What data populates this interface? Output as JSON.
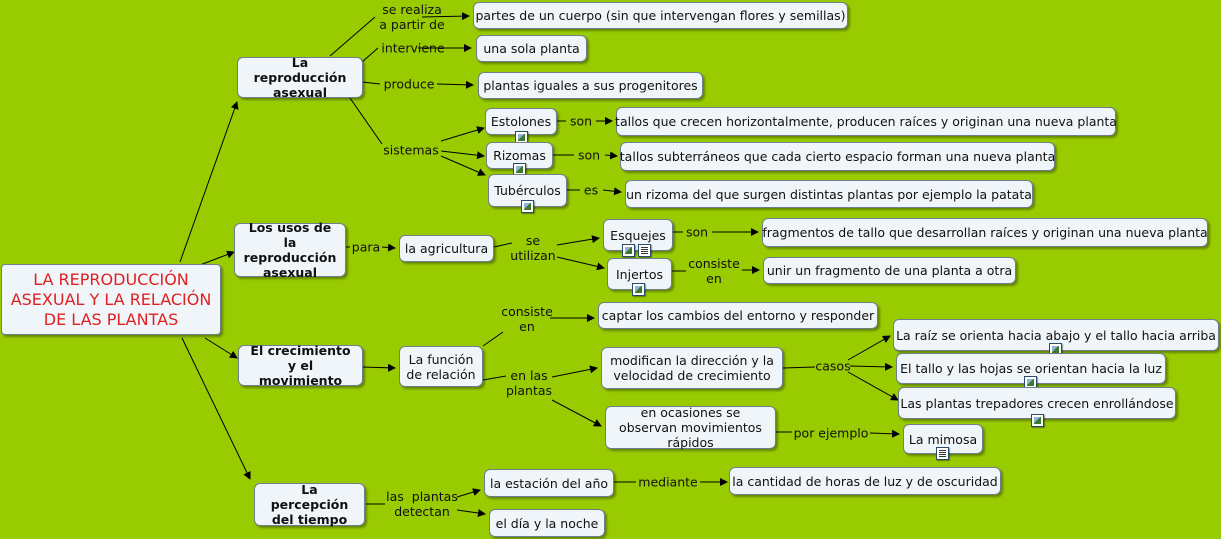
{
  "root": "LA REPRODUCCIÓN ASEXUAL Y LA RELACIÓN DE LAS PLANTAS",
  "concepts": {
    "repro_asexual": "La reproducción asexual",
    "partes_cuerpo": "partes de un cuerpo (sin que intervengan flores y semillas)",
    "sola_planta": "una sola planta",
    "plantas_iguales": "plantas iguales a sus progenitores",
    "estolones": "Estolones",
    "estolones_def": "tallos que crecen horizontalmente, producen raíces y originan una nueva planta",
    "rizomas": "Rizomas",
    "rizomas_def": "tallos subterráneos que cada cierto espacio forman una nueva planta",
    "tuberculos": "Tubérculos",
    "tuberculos_def": "un rizoma del que surgen distintas plantas por ejemplo la patata",
    "usos": "Los usos de la reproducción asexual",
    "agricultura": "la agricultura",
    "esquejes": "Esquejes",
    "esquejes_def": "fragmentos de tallo que desarrollan raíces y originan una nueva planta",
    "injertos": "Injertos",
    "injertos_def": "unir un fragmento de una planta a otra",
    "crecimiento": "El crecimiento y el movimiento",
    "funcion_relacion": "La función de relación",
    "captar": "captar los cambios del entorno y responder",
    "modifican": "modifican la dirección y la velocidad de crecimiento",
    "raiz": "La raíz se orienta hacia abajo y el tallo hacia arriba",
    "tallo_hojas": "El tallo y las hojas se orientan hacia la luz",
    "trepadoras": "Las plantas trepadores crecen enrollándose",
    "movimientos_rapidos": "en ocasiones se observan movimientos rápidos",
    "mimosa": "La mimosa",
    "percepcion": "La percepción del tiempo",
    "estacion": "la estación del año",
    "horas_luz": "la cantidad de horas de luz y de oscuridad",
    "dia_noche": "el día y la noche"
  },
  "links": {
    "se_realiza": "se realiza\na partir de",
    "interviene": "interviene",
    "produce": "produce",
    "sistemas": "sistemas",
    "son1": "son",
    "son2": "son",
    "es": "es",
    "para": "para",
    "se_utilizan": "se\nutilizan",
    "son3": "son",
    "consiste1": "consiste\nen",
    "consiste2": "consiste\nen",
    "en_las_plantas": "en las\nplantas",
    "casos": "casos",
    "por_ejemplo": "por ejemplo",
    "detectan": "las  plantas\ndetectan",
    "mediante": "mediante"
  },
  "icons": {
    "image": "image-icon",
    "document": "document-icon"
  },
  "colors": {
    "background": "#99cc00",
    "root_text": "#e02020",
    "node_fill": "#f0f5fa",
    "node_border": "#6e7e8c"
  }
}
